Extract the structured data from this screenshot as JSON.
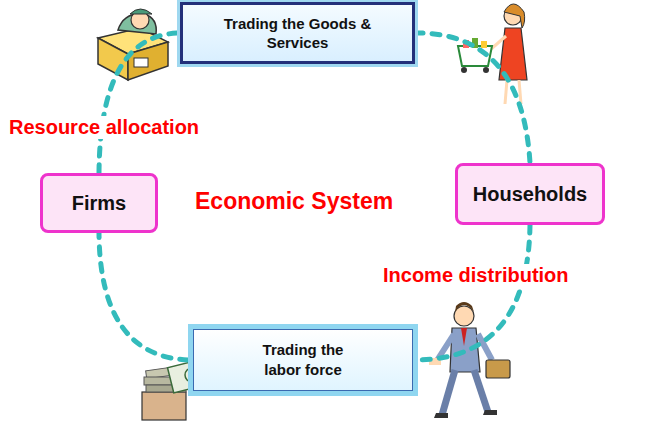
{
  "diagram": {
    "nodes": [
      {
        "text": [
          "Trading the Goods & Services"
        ]
      },
      {
        "text": [
          "Households"
        ]
      },
      {
        "text": [
          "Trading the labor force"
        ]
      },
      {
        "text": [
          "Firms"
        ]
      }
    ],
    "edges": [
      {
        "from": 0,
        "to": 1,
        "arrow": "none"
      },
      {
        "from": 1,
        "to": 2,
        "arrow": "none"
      },
      {
        "from": 2,
        "to": 3,
        "arrow": "none"
      },
      {
        "from": 3,
        "to": 0,
        "arrow": "none"
      }
    ],
    "labels": [
      "Resource allocation",
      "Economic System",
      "Income distribution"
    ]
  }
}
